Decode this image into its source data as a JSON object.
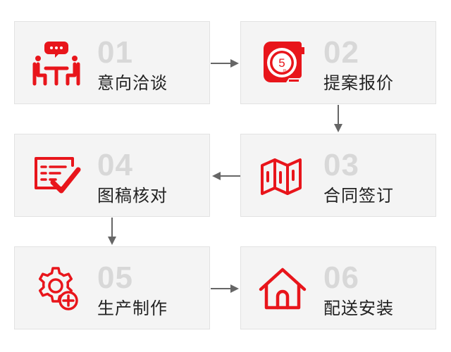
{
  "accent_color": "#e8151b",
  "steps": [
    {
      "number": "01",
      "label": "意向洽谈",
      "icon": "meeting-icon"
    },
    {
      "number": "02",
      "label": "提案报价",
      "icon": "tape-measure-icon"
    },
    {
      "number": "03",
      "label": "合同签订",
      "icon": "map-icon"
    },
    {
      "number": "04",
      "label": "图稿核对",
      "icon": "checklist-icon"
    },
    {
      "number": "05",
      "label": "生产制作",
      "icon": "gear-add-icon"
    },
    {
      "number": "06",
      "label": "配送安装",
      "icon": "house-icon"
    }
  ],
  "tape_measure_digit": "5",
  "tape_measure_unit": "m"
}
